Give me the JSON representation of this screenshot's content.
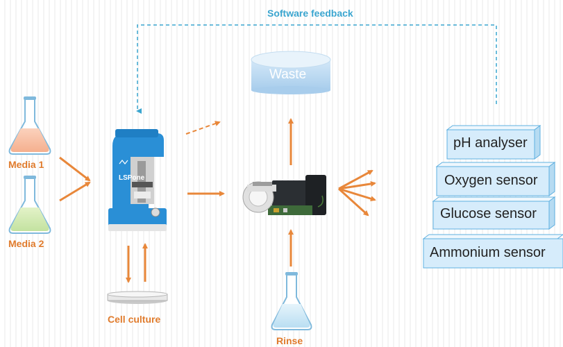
{
  "feedback": {
    "label": "Software feedback"
  },
  "waste": {
    "label": "Waste"
  },
  "media1": {
    "label": "Media 1"
  },
  "media2": {
    "label": "Media 2"
  },
  "cell_culture": {
    "label": "Cell culture"
  },
  "rinse": {
    "label": "Rinse"
  },
  "pump": {
    "brand_text": "LSPone"
  },
  "sensors": [
    {
      "label": "pH analyser"
    },
    {
      "label": "Oxygen sensor"
    },
    {
      "label": "Glucose sensor"
    },
    {
      "label": "Ammonium sensor"
    }
  ],
  "colors": {
    "arrow": "#e8873a",
    "feedback_line": "#3aa5cf",
    "sensor_fill": "#d6ecfb",
    "sensor_edge": "#5fb0e0",
    "pump_body": "#2a8fd6",
    "waste_fill": "#bcdaf2"
  }
}
